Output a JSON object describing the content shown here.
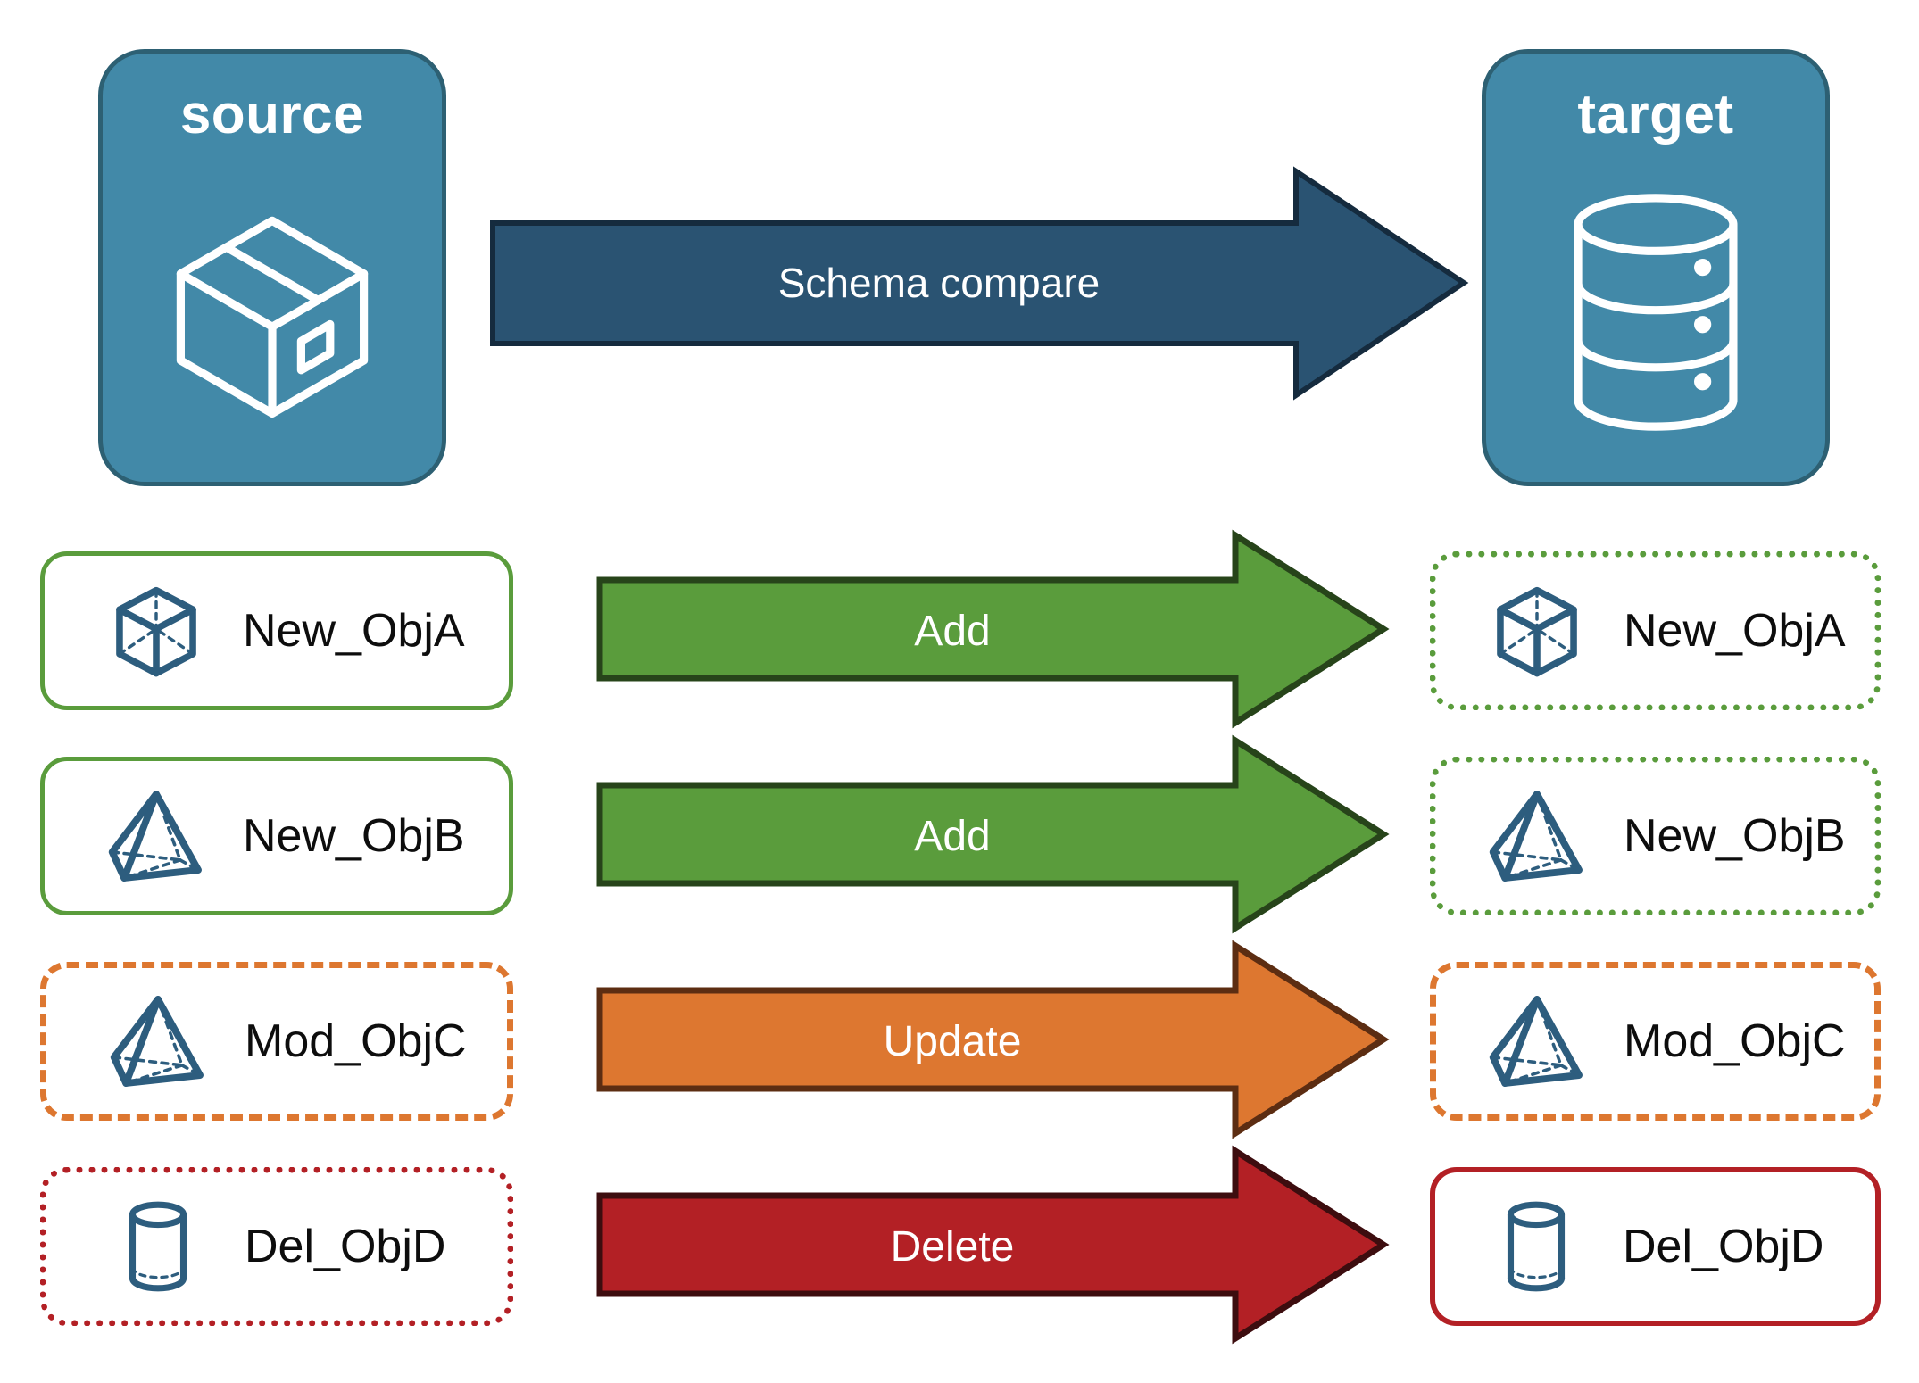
{
  "endpoints": {
    "source": {
      "title": "source",
      "icon": "package-box-icon"
    },
    "target": {
      "title": "target",
      "icon": "database-cylinder-icon"
    }
  },
  "main_arrow": {
    "label": "Schema compare",
    "fill": "#2a5372",
    "stroke": "#152b3e",
    "text_color": "#ffffff"
  },
  "colors": {
    "endpoint_fill": "#4289a8",
    "endpoint_border": "#2d6073",
    "object_icon": "#2d5d7e",
    "add_green": "#5a9c3c",
    "add_green_border": "#27441a",
    "update_orange": "#dd7730",
    "update_orange_border": "#5c2d12",
    "delete_red": "#b32025",
    "delete_red_border": "#3d0d0f",
    "label_text": "#0d0d0d"
  },
  "rows": [
    {
      "source": {
        "label": "New_ObjA",
        "icon": "wireframe-cube-icon",
        "border_style": "solid",
        "border_color": "#5a9c3c"
      },
      "arrow": {
        "label": "Add",
        "fill": "#5a9c3c",
        "stroke": "#27441a"
      },
      "target": {
        "label": "New_ObjA",
        "icon": "wireframe-cube-icon",
        "border_style": "dotted",
        "border_color": "#5a9c3c"
      }
    },
    {
      "source": {
        "label": "New_ObjB",
        "icon": "wireframe-pyramid-icon",
        "border_style": "solid",
        "border_color": "#5a9c3c"
      },
      "arrow": {
        "label": "Add",
        "fill": "#5a9c3c",
        "stroke": "#27441a"
      },
      "target": {
        "label": "New_ObjB",
        "icon": "wireframe-pyramid-icon",
        "border_style": "dotted",
        "border_color": "#5a9c3c"
      }
    },
    {
      "source": {
        "label": "Mod_ObjC",
        "icon": "wireframe-pyramid-icon",
        "border_style": "dashed",
        "border_color": "#dd7730"
      },
      "arrow": {
        "label": "Update",
        "fill": "#dd7730",
        "stroke": "#5c2d12"
      },
      "target": {
        "label": "Mod_ObjC",
        "icon": "wireframe-pyramid-icon",
        "border_style": "dashed",
        "border_color": "#dd7730"
      }
    },
    {
      "source": {
        "label": "Del_ObjD",
        "icon": "wireframe-cylinder-icon",
        "border_style": "dotted",
        "border_color": "#b32025"
      },
      "arrow": {
        "label": "Delete",
        "fill": "#b32025",
        "stroke": "#3d0d0f"
      },
      "target": {
        "label": "Del_ObjD",
        "icon": "wireframe-cylinder-icon",
        "border_style": "solid",
        "border_color": "#b32025"
      }
    }
  ]
}
